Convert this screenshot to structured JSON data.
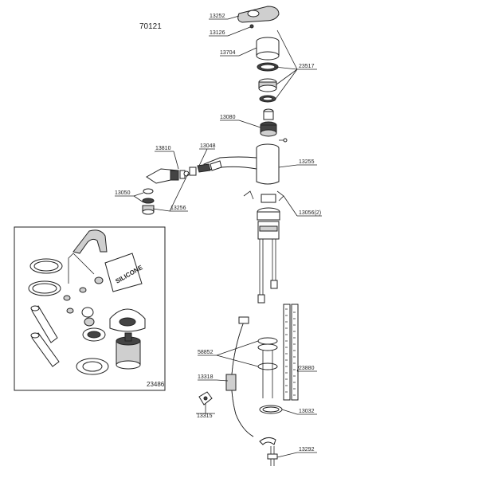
{
  "model_number": "70121",
  "kit_number": "23486",
  "silicone_text": "SILICONE",
  "labels": {
    "p13252": "13252",
    "p13126": "13126",
    "p13704": "13704",
    "p23517": "23517",
    "p13080": "13080",
    "p13810": "13810",
    "p13048": "13048",
    "p13255": "13255",
    "p13050": "13050",
    "p13256": "13256",
    "p13056": "13056(2)",
    "p58852": "58852",
    "p13318": "13318",
    "p23880": "23880",
    "p13315": "13315",
    "p13032": "13032",
    "p13292": "13292"
  }
}
